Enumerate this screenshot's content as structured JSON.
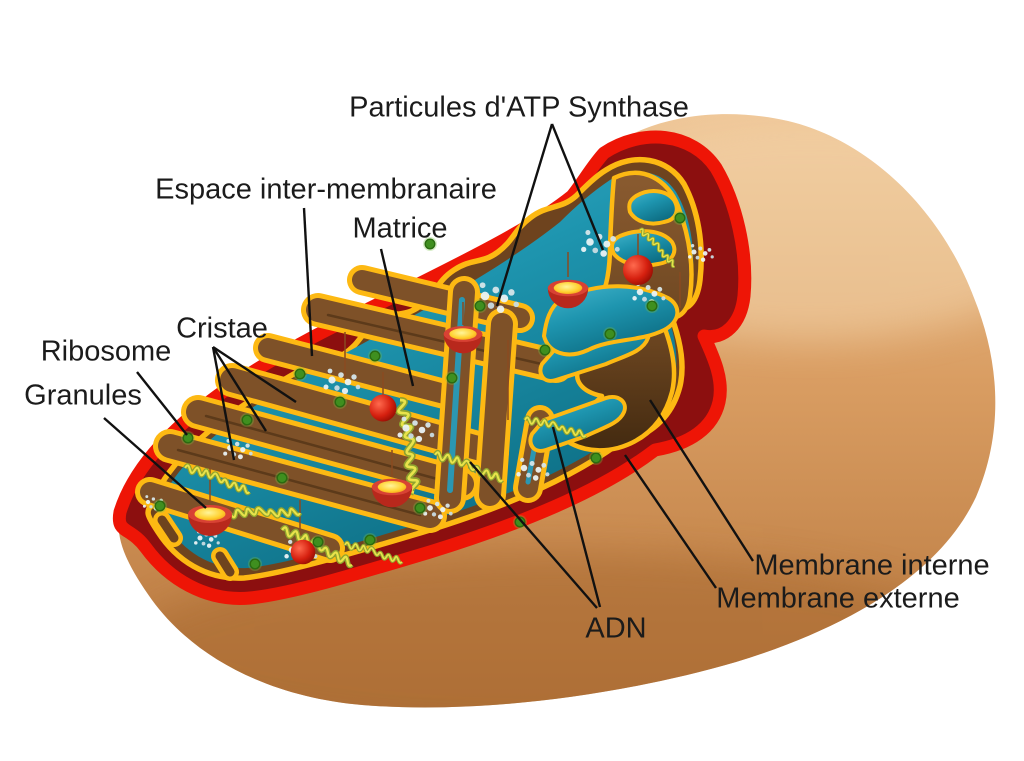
{
  "diagram": {
    "labels": {
      "atp_synthase": "Particules d'ATP Synthase",
      "espace": "Espace inter-membranaire",
      "matrice": "Matrice",
      "cristae": "Cristae",
      "ribosome": "Ribosome",
      "granules": "Granules",
      "adn": "ADN",
      "membrane_interne": "Membrane interne",
      "membrane_externe": "Membrane externe"
    },
    "colors": {
      "body_tan": "#D79B60",
      "body_tan_light": "#EFC697",
      "body_tan_dark": "#B3753C",
      "outer_membrane_red": "#EE1506",
      "intermembrane_maroon": "#8C0F0F",
      "inner_membrane_gold": "#FDB913",
      "crista_brown": "#8A5B2E",
      "cut_face_brown_dark": "#432A10",
      "matrix_teal_light": "#45B5CC",
      "matrix_teal_dark": "#0C6B81",
      "dna_yellow_green": "#E8E34B",
      "ribosome_green": "#3F8F1F",
      "particle_white": "#EAF3F5",
      "granule_red": "#B8281C",
      "granule_yellow": "#FFD02E",
      "sphere_red": "#D6200F",
      "label_text": "#1B1B1B",
      "leader_line": "#111111"
    }
  }
}
